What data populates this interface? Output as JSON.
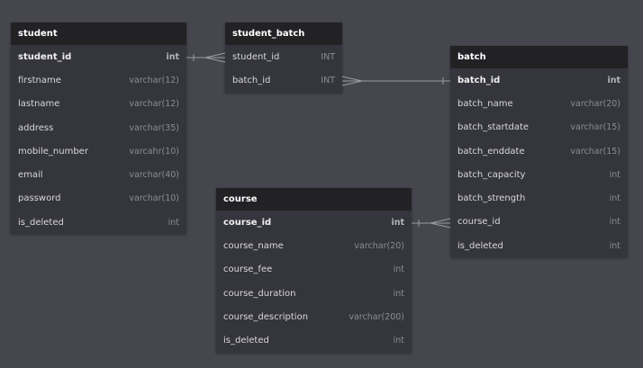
{
  "tables": {
    "student": {
      "title": "student",
      "columns": [
        {
          "name": "student_id",
          "type": "int"
        },
        {
          "name": "firstname",
          "type": "varchar(12)"
        },
        {
          "name": "lastname",
          "type": "varchar(12)"
        },
        {
          "name": "address",
          "type": "varchar(35)"
        },
        {
          "name": "mobile_number",
          "type": "varcahr(10)"
        },
        {
          "name": "email",
          "type": "varchar(40)"
        },
        {
          "name": "password",
          "type": "varchar(10)"
        },
        {
          "name": "is_deleted",
          "type": "int"
        }
      ]
    },
    "student_batch": {
      "title": "student_batch",
      "columns": [
        {
          "name": "student_id",
          "type": "INT"
        },
        {
          "name": "batch_id",
          "type": "INT"
        }
      ]
    },
    "batch": {
      "title": "batch",
      "columns": [
        {
          "name": "batch_id",
          "type": "int"
        },
        {
          "name": "batch_name",
          "type": "varchar(20)"
        },
        {
          "name": "batch_startdate",
          "type": "varchar(15)"
        },
        {
          "name": "batch_enddate",
          "type": "varchar(15)"
        },
        {
          "name": "batch_capacity",
          "type": "int"
        },
        {
          "name": "batch_strength",
          "type": "int"
        },
        {
          "name": "course_id",
          "type": "int"
        },
        {
          "name": "is_deleted",
          "type": "int"
        }
      ]
    },
    "course": {
      "title": "course",
      "columns": [
        {
          "name": "course_id",
          "type": "int"
        },
        {
          "name": "course_name",
          "type": "varchar(20)"
        },
        {
          "name": "course_fee",
          "type": "int"
        },
        {
          "name": "course_duration",
          "type": "int"
        },
        {
          "name": "course_description",
          "type": "varchar(200)"
        },
        {
          "name": "is_deleted",
          "type": "int"
        }
      ]
    }
  },
  "colors": {
    "background": "#46464e",
    "table_body": "#35353d",
    "table_header": "#222225",
    "connector": "#9a9aa2"
  }
}
